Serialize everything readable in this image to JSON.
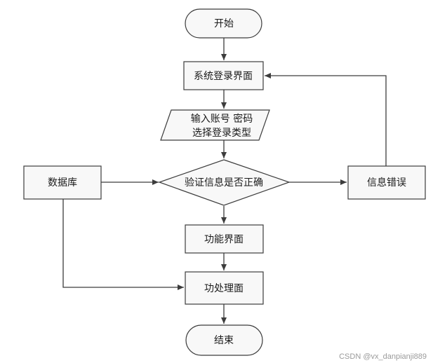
{
  "nodes": {
    "start": "开始",
    "login": "系统登录界面",
    "input_line1": "输入账号 密码",
    "input_line2": "选择登录类型",
    "database": "数据库",
    "verify": "验证信息是否正确",
    "error": "信息错误",
    "function": "功能界面",
    "process": "功处理面",
    "end": "结束"
  },
  "watermark": "CSDN @vx_danpianji889"
}
